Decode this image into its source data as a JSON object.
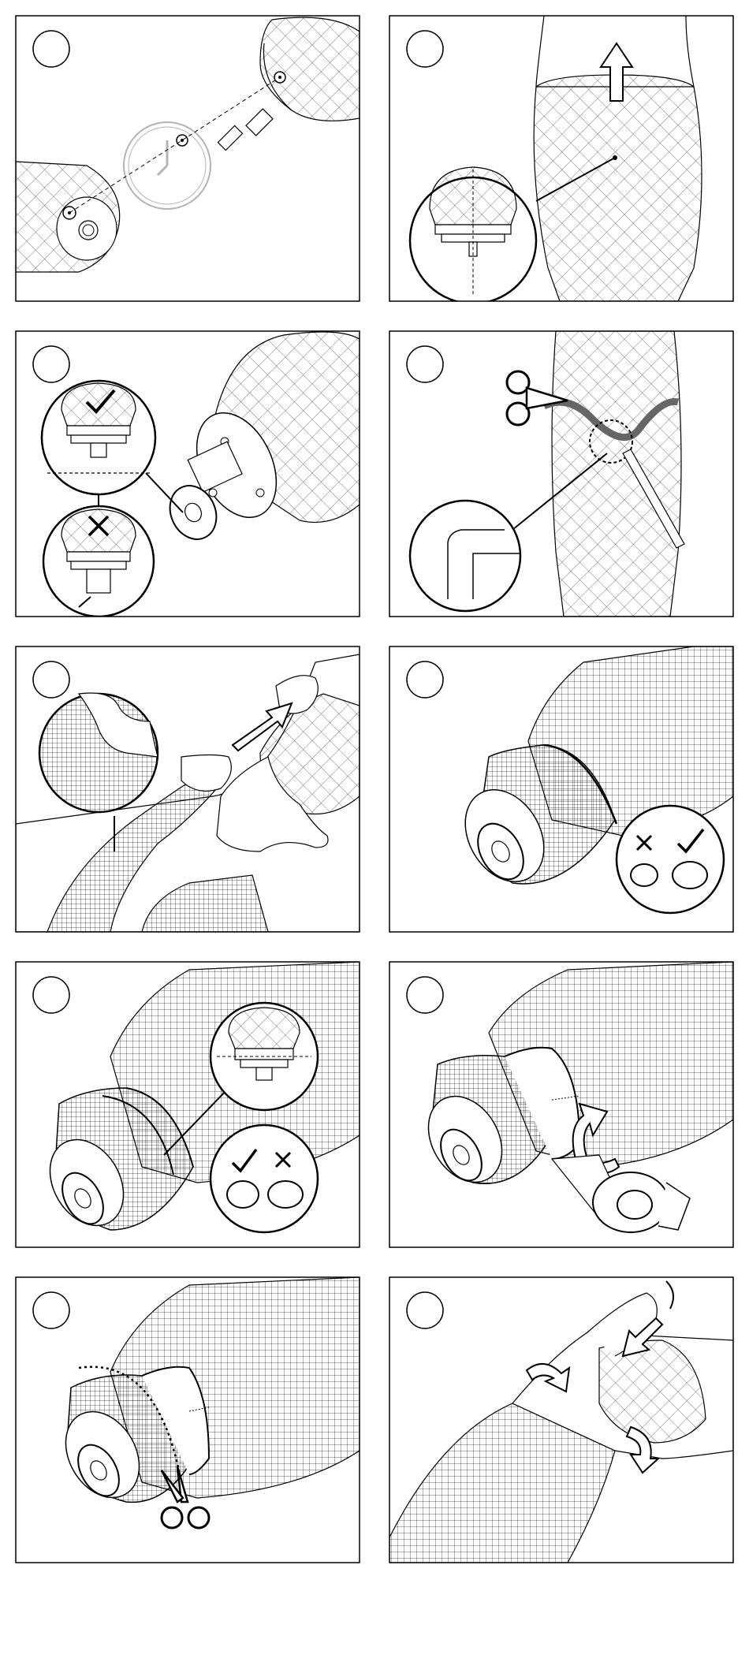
{
  "document": {
    "type": "instruction-sheet",
    "colors": {
      "ink": "#000000",
      "paper": "#ffffff",
      "gray-band": "#666666",
      "faded": "#b4b4b4"
    },
    "steps": [
      {
        "number": "",
        "icons": [
          "socket-liner-icon",
          "clock-icon",
          "lock-pin-icon",
          "dashed-alignment-line"
        ]
      },
      {
        "number": "",
        "icons": [
          "liner-icon",
          "up-arrow-icon",
          "magnifier-callout"
        ]
      },
      {
        "number": "",
        "icons": [
          "check-mark-icon",
          "cross-mark-icon",
          "gear-adapter-icon"
        ]
      },
      {
        "number": "",
        "icons": [
          "scissors-icon",
          "marker-pen-icon",
          "cut-line",
          "magnifier-callout"
        ]
      },
      {
        "number": "",
        "icons": [
          "hand-icon",
          "diagonal-arrow-icon",
          "stocking-mesh-icon",
          "magnifier-callout"
        ]
      },
      {
        "number": "",
        "icons": [
          "stocking-mesh-icon",
          "gear-adapter-icon",
          "check-mark-icon",
          "cross-mark-icon"
        ]
      },
      {
        "number": "",
        "icons": [
          "stocking-mesh-icon",
          "gear-adapter-icon",
          "check-mark-icon",
          "cross-mark-icon",
          "magnifier-callout"
        ]
      },
      {
        "number": "",
        "icons": [
          "tape-roll-icon",
          "rotate-arrow-icon",
          "gear-adapter-icon"
        ]
      },
      {
        "number": "",
        "icons": [
          "scissors-icon",
          "dotted-cut-line",
          "gear-adapter-icon"
        ]
      },
      {
        "number": "",
        "icons": [
          "rotate-arrow-icon",
          "diagonal-arrow-icon",
          "stocking-mesh-icon"
        ]
      }
    ]
  }
}
